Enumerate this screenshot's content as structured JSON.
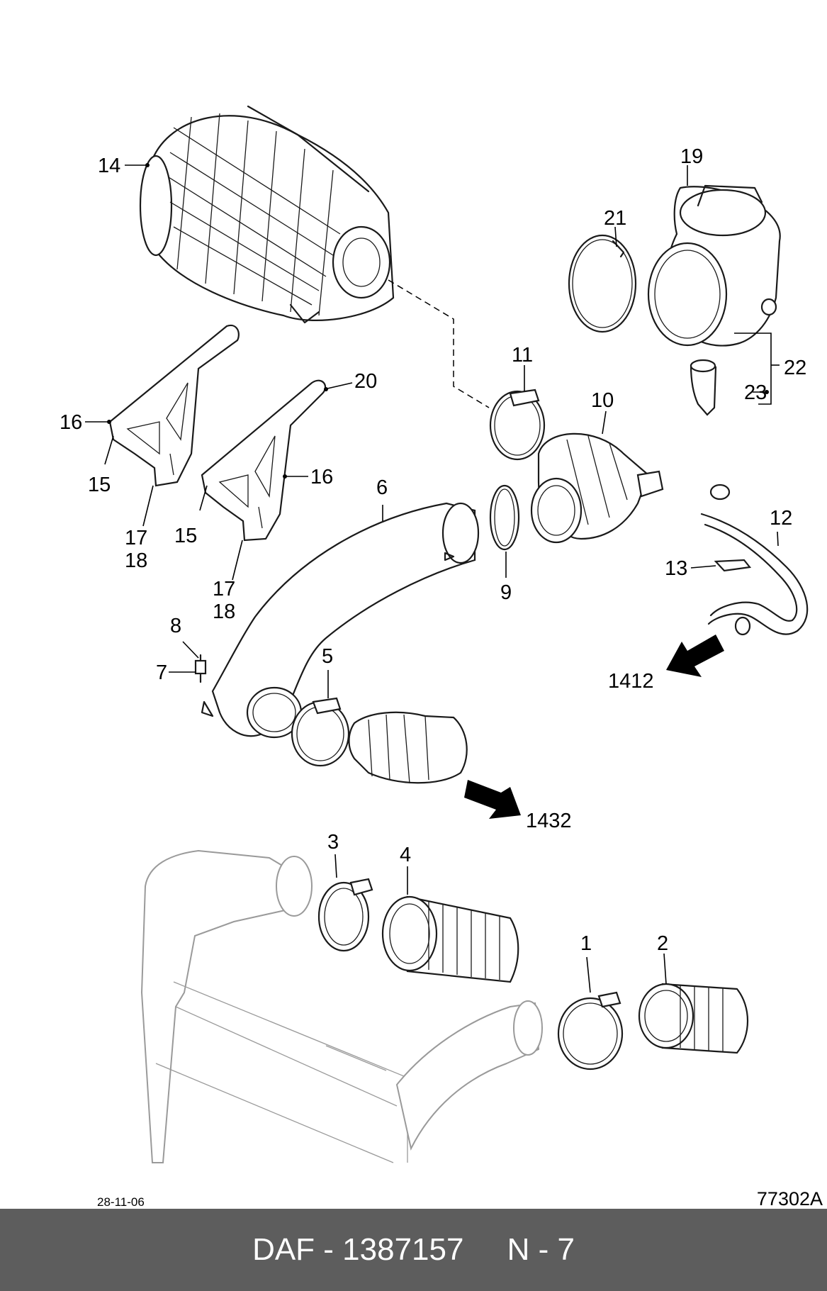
{
  "diagram": {
    "callouts": [
      "1",
      "2",
      "3",
      "4",
      "5",
      "6",
      "7",
      "8",
      "9",
      "10",
      "11",
      "12",
      "13",
      "14",
      "15",
      "15",
      "16",
      "16",
      "17",
      "18",
      "17",
      "18",
      "19",
      "20",
      "21",
      "22",
      "23"
    ],
    "references": [
      "1412",
      "1432"
    ]
  },
  "meta": {
    "date": "28-11-06",
    "drawing_number": "77302A"
  },
  "footer": {
    "text": "DAF - 1387157     N - 7"
  }
}
